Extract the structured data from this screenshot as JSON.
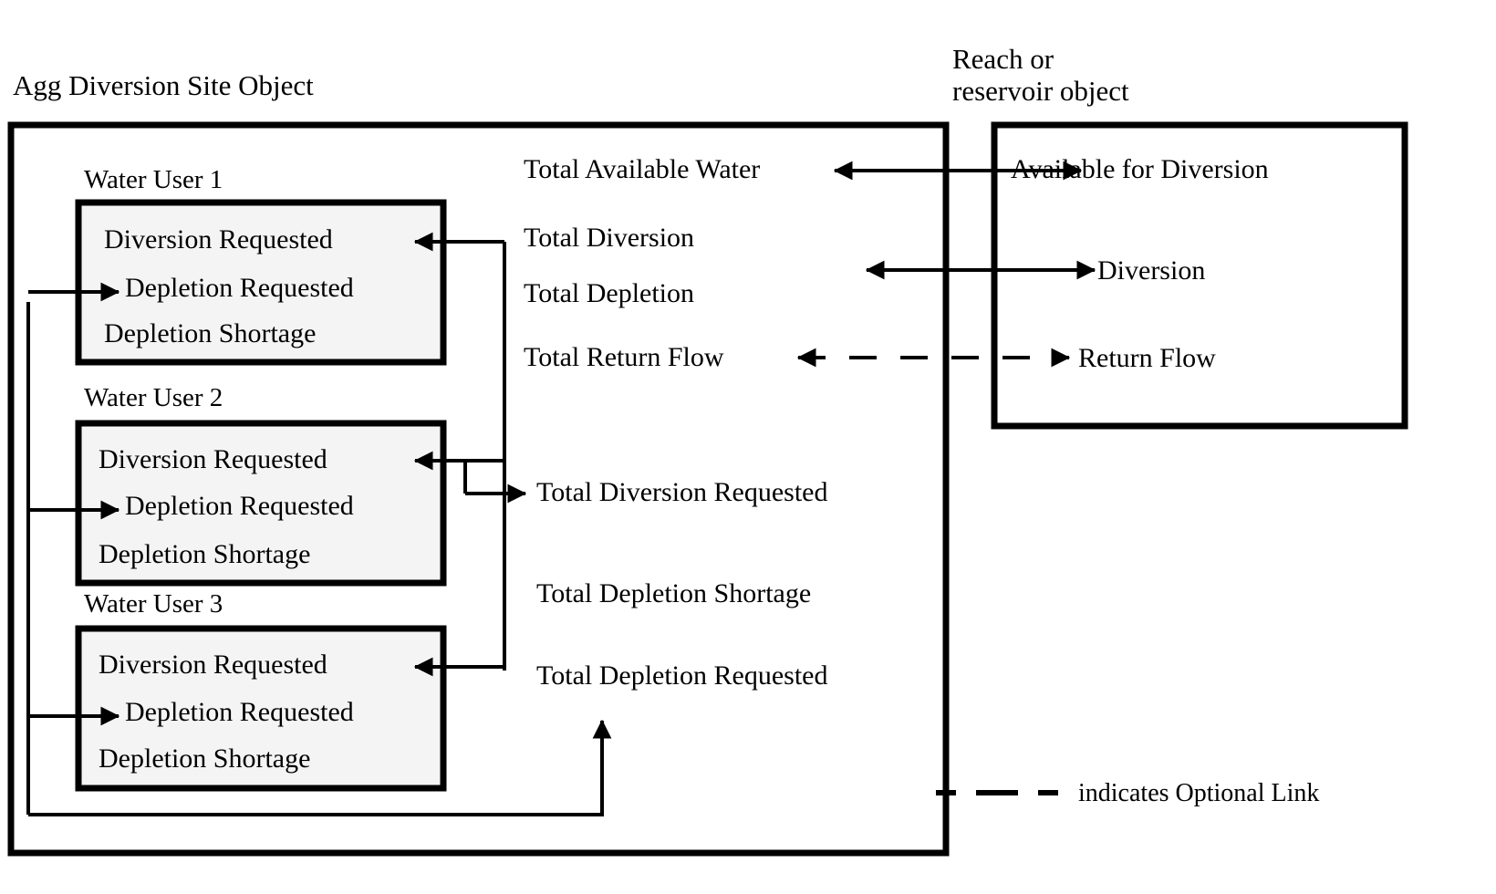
{
  "diagram": {
    "main_object": {
      "title": "Agg Diversion Site Object"
    },
    "right_object": {
      "title_line1": "Reach or",
      "title_line2": "reservoir object"
    },
    "water_users": [
      {
        "caption": "Water User 1",
        "fields": [
          "Diversion Requested",
          "Depletion Requested",
          "Depletion Shortage"
        ]
      },
      {
        "caption": "Water User 2",
        "fields": [
          "Diversion Requested",
          "Depletion Requested",
          "Depletion Shortage"
        ]
      },
      {
        "caption": "Water User 3",
        "fields": [
          "Diversion Requested",
          "Depletion Requested",
          "Depletion Shortage"
        ]
      }
    ],
    "agg_totals": [
      "Total Available Water",
      "Total Diversion",
      "Total Depletion",
      "Total Return Flow",
      "Total Diversion Requested",
      "Total Depletion Shortage",
      "Total Depletion Requested"
    ],
    "reach_fields": [
      "Available for Diversion",
      "Diversion",
      "Return Flow"
    ],
    "legend": {
      "label": "indicates Optional Link",
      "style": "dashed"
    },
    "colors": {
      "box_fill": "#f4f4f4",
      "stroke": "#000000",
      "background": "#ffffff"
    }
  }
}
